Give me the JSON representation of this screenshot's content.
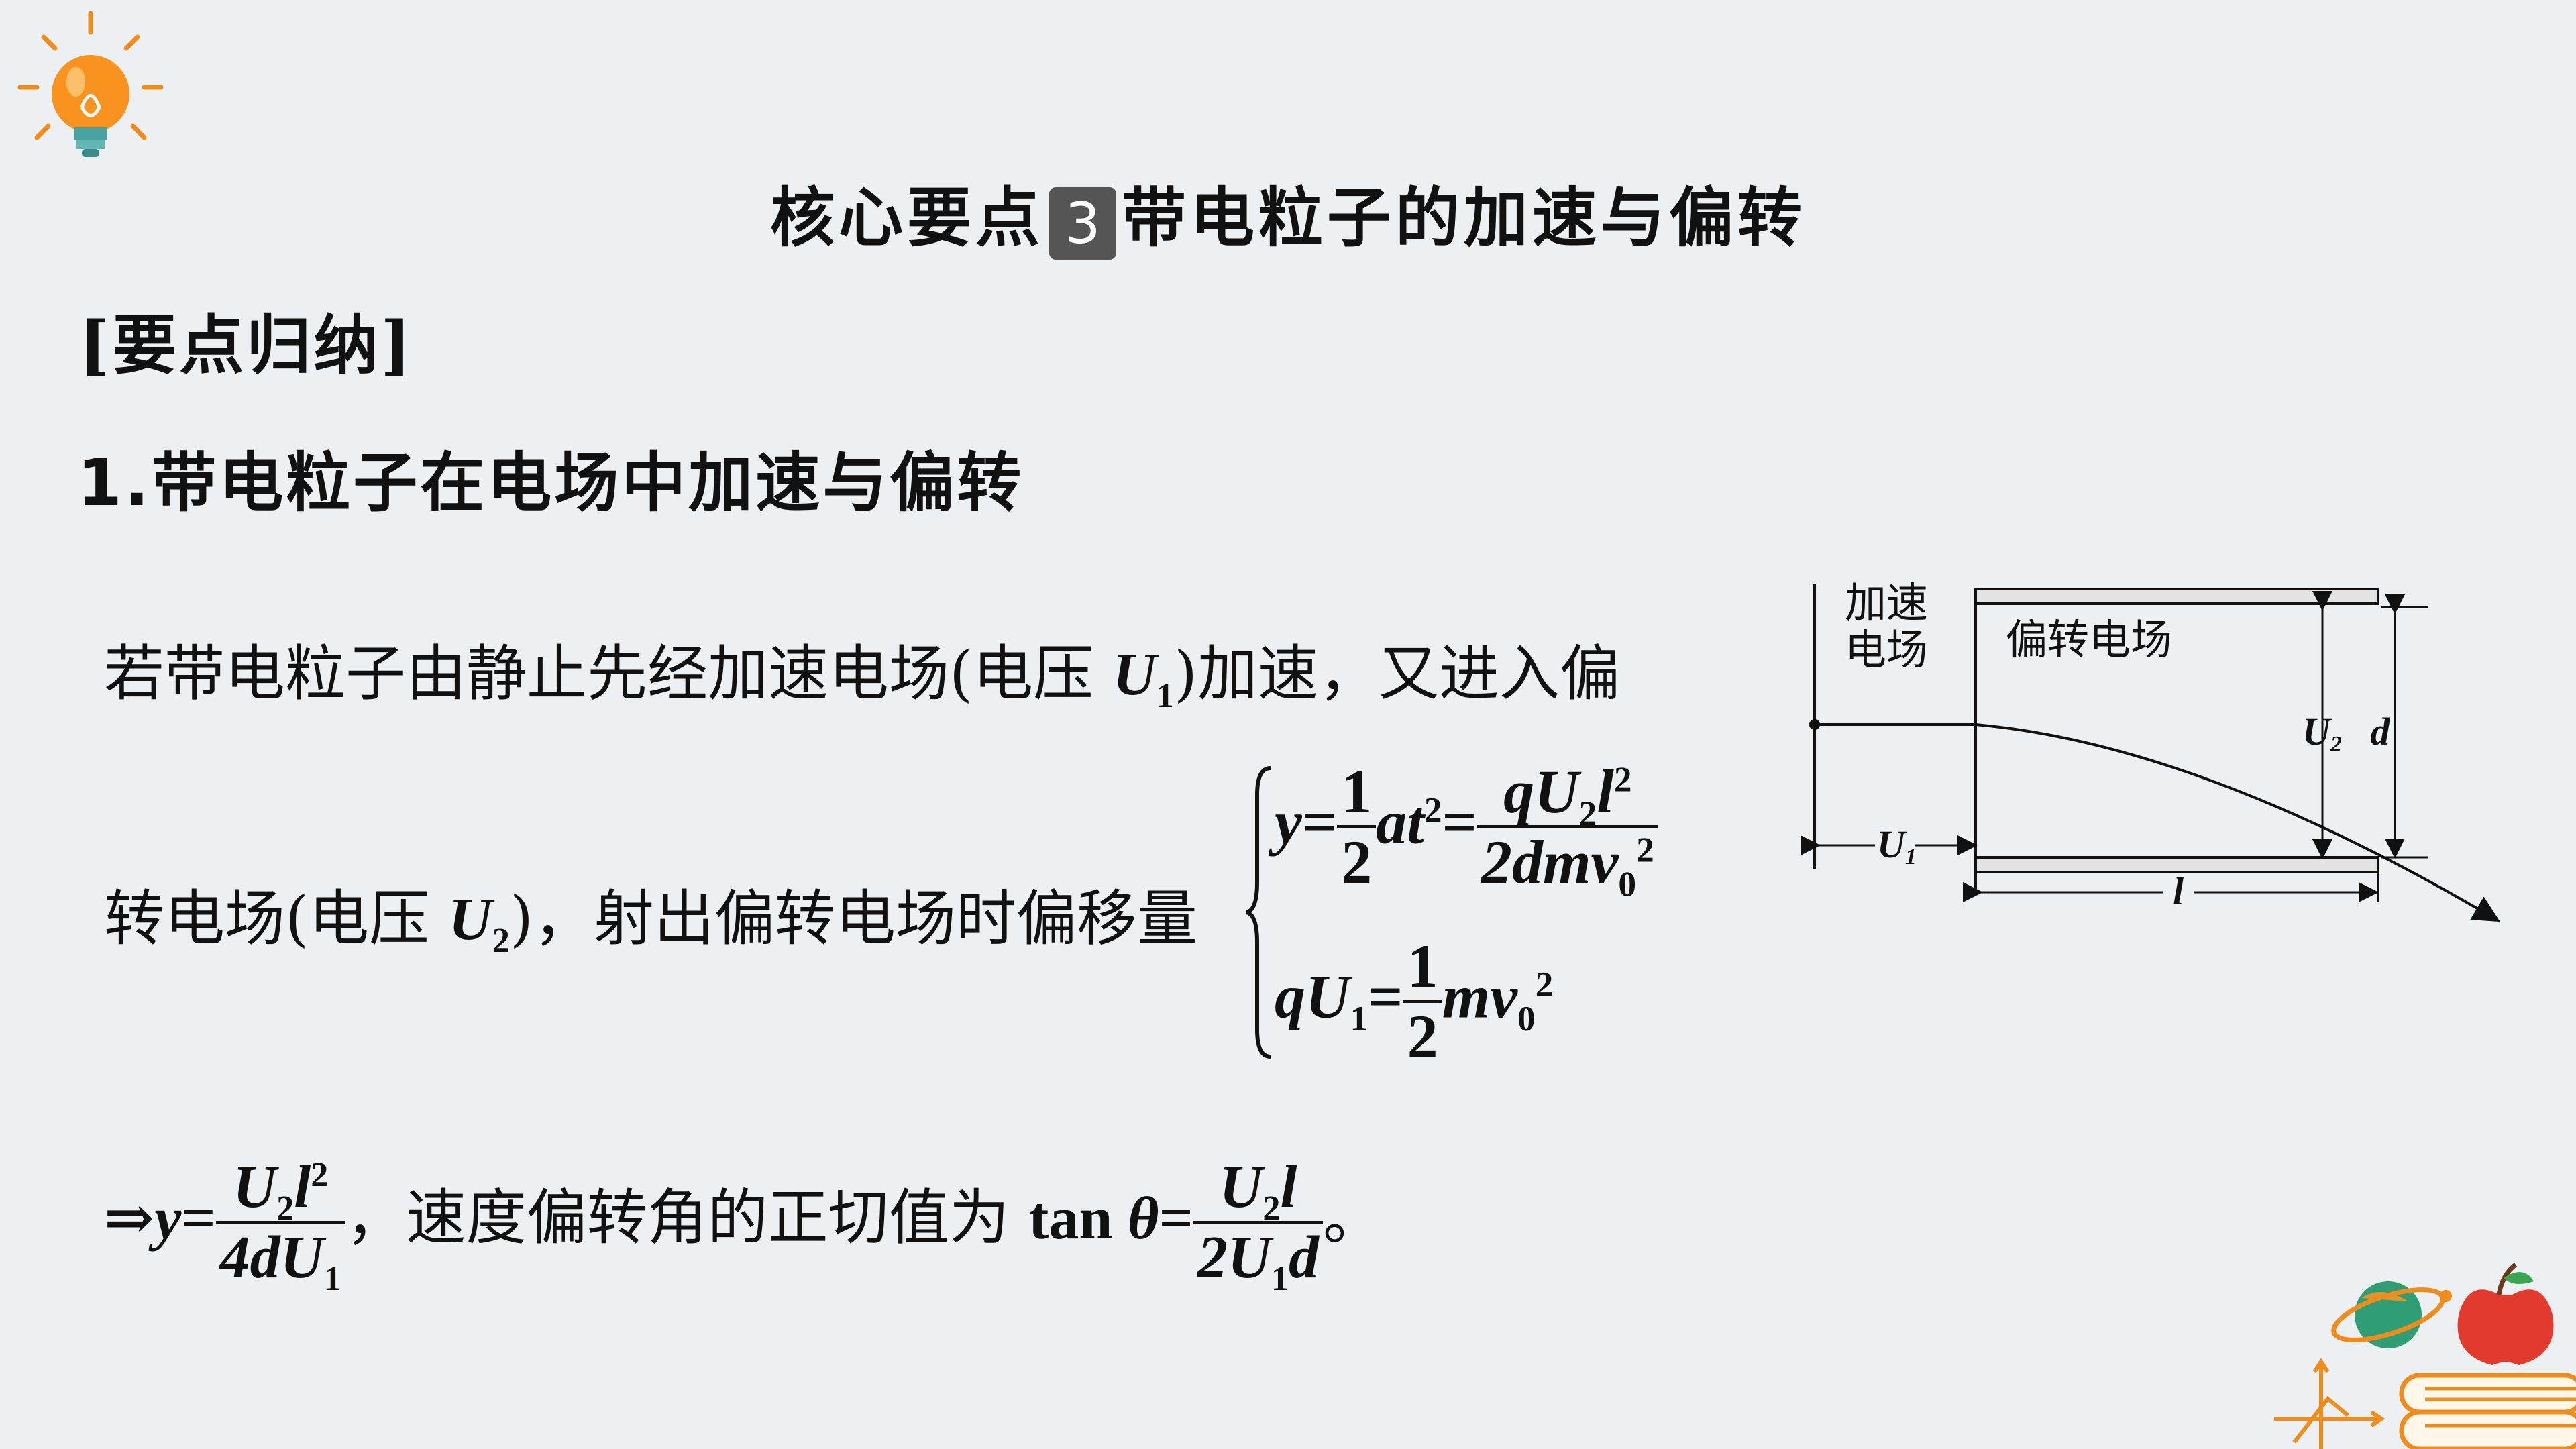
{
  "title": {
    "prefix": "核心要点",
    "number": "3",
    "suffix": "带电粒子的加速与偏转"
  },
  "summary_label": "[要点归纳]",
  "heading": {
    "number": "1.",
    "text": "带电粒子在电场中加速与偏转"
  },
  "para1": {
    "text_a": "若带电粒子由静止先经加速电场(电压 ",
    "var": "U",
    "sub": "1",
    "text_b": ")加速，又进入偏"
  },
  "para2": {
    "text_a": "转电场(电压 ",
    "var": "U",
    "sub": "2",
    "text_b": ")，射出偏转电场时偏移量"
  },
  "para3": {
    "arrow": "⇒",
    "y": "y",
    "eq": "=",
    "text": "，速度偏转角的正切值为 ",
    "tan": "tan ",
    "theta": "θ",
    "end": "。"
  },
  "eq1": {
    "y": "y",
    "eq": "=",
    "one": "1",
    "two": "2",
    "a": "a",
    "t": "t",
    "sq": "2",
    "num": "qU",
    "num_sub": "2",
    "num_l": "l",
    "num_sq": "2",
    "den": "2dmv",
    "den_sub": "0",
    "den_sq": "2"
  },
  "eq2": {
    "q": "qU",
    "sub": "1",
    "eq": "=",
    "one": "1",
    "two": "2",
    "mv": "mv",
    "mv_sub": "0",
    "mv_sq": "2"
  },
  "frac_y": {
    "num": "U",
    "num_sub": "2",
    "num_l": "l",
    "num_sq": "2",
    "den": "4dU",
    "den_sub": "1"
  },
  "frac_tan": {
    "num": "U",
    "num_sub": "2",
    "num_l": "l",
    "den": "2U",
    "den_sub": "1",
    "den_d": "d"
  },
  "diagram": {
    "accel_label_1": "加速",
    "accel_label_2": "电场",
    "deflect_label": "偏转电场",
    "u1": "U",
    "u1_sub": "1",
    "u2": "U",
    "u2_sub": "2",
    "d": "d",
    "l": "l"
  },
  "colors": {
    "background": "#edf0f2",
    "text": "#111111",
    "badge": "#555555"
  }
}
